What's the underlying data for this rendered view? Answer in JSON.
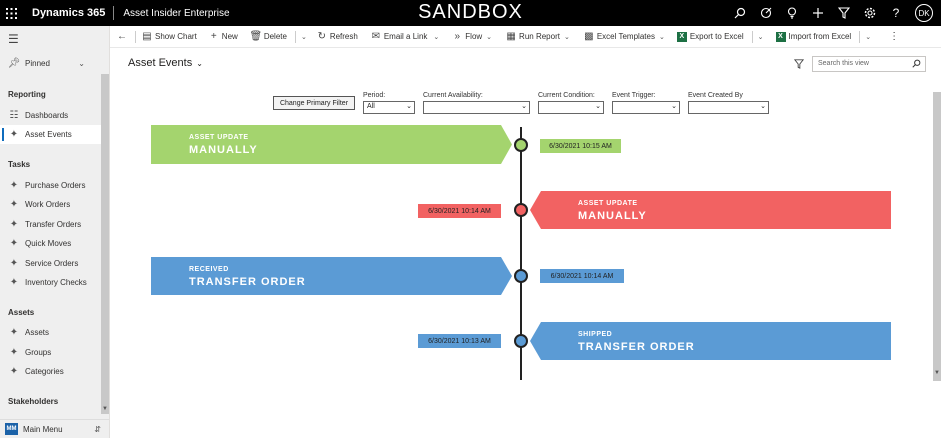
{
  "topbar": {
    "brand": "Dynamics 365",
    "app_name": "Asset Insider Enterprise",
    "environment": "SANDBOX",
    "user_initials": "DK",
    "icons": [
      "search-icon",
      "target-icon",
      "lightbulb-icon",
      "plus-icon",
      "filter-icon",
      "gear-icon",
      "help-icon"
    ]
  },
  "sidebar": {
    "pinned_label": "Pinned",
    "sections": [
      {
        "title": "Reporting",
        "items": [
          {
            "label": "Dashboards",
            "icon": "dashboard-icon"
          },
          {
            "label": "Asset Events",
            "icon": "puzzle-icon",
            "active": true
          }
        ]
      },
      {
        "title": "Tasks",
        "items": [
          {
            "label": "Purchase Orders"
          },
          {
            "label": "Work Orders"
          },
          {
            "label": "Transfer Orders"
          },
          {
            "label": "Quick Moves"
          },
          {
            "label": "Service Orders"
          },
          {
            "label": "Inventory Checks"
          }
        ]
      },
      {
        "title": "Assets",
        "items": [
          {
            "label": "Assets"
          },
          {
            "label": "Groups"
          },
          {
            "label": "Categories"
          }
        ]
      },
      {
        "title": "Stakeholders",
        "items": []
      }
    ],
    "area_switcher": {
      "initials": "MM",
      "label": "Main Menu"
    }
  },
  "command_bar": {
    "show_chart": "Show Chart",
    "new": "New",
    "delete": "Delete",
    "refresh": "Refresh",
    "email_link": "Email a Link",
    "flow": "Flow",
    "run_report": "Run Report",
    "excel_templates": "Excel Templates",
    "export_excel": "Export to Excel",
    "import_excel": "Import from Excel"
  },
  "view": {
    "title": "Asset Events",
    "search_placeholder": "Search this view"
  },
  "filters": {
    "change_primary_filter": "Change Primary Filter",
    "period_label": "Period:",
    "period_value": "All",
    "availability_label": "Current Availability:",
    "availability_value": "",
    "condition_label": "Current Condition:",
    "condition_value": "",
    "trigger_label": "Event Trigger:",
    "trigger_value": "",
    "created_by_label": "Event Created By",
    "created_by_value": ""
  },
  "timeline": {
    "events": [
      {
        "small": "ASSET UPDATE",
        "big": "MANUALLY",
        "date": "6/30/2021 10:15 AM",
        "color": "#a4d46e",
        "side": "left"
      },
      {
        "small": "ASSET UPDATE",
        "big": "MANUALLY",
        "date": "6/30/2021 10:14 AM",
        "color": "#f26262",
        "side": "right"
      },
      {
        "small": "RECEIVED",
        "big": "TRANSFER ORDER",
        "date": "6/30/2021 10:14 AM",
        "color": "#5b9bd5",
        "side": "left"
      },
      {
        "small": "SHIPPED",
        "big": "TRANSFER ORDER",
        "date": "6/30/2021 10:13 AM",
        "color": "#5b9bd5",
        "side": "right"
      }
    ]
  }
}
